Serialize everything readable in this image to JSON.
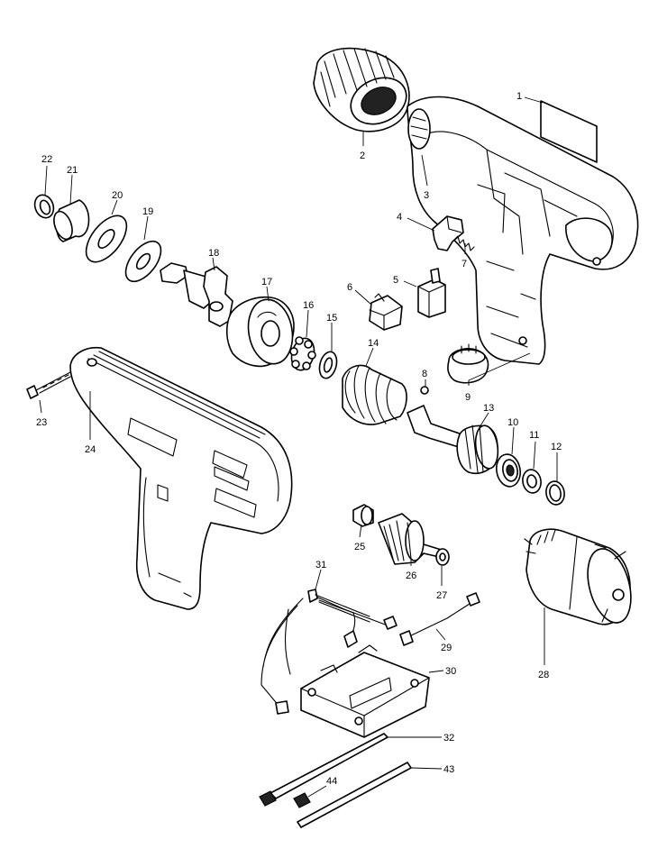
{
  "diagram": {
    "callouts": [
      {
        "id": "c1",
        "text": "1"
      },
      {
        "id": "c2",
        "text": "2"
      },
      {
        "id": "c3",
        "text": "3"
      },
      {
        "id": "c4",
        "text": "4"
      },
      {
        "id": "c5",
        "text": "5"
      },
      {
        "id": "c6",
        "text": "6"
      },
      {
        "id": "c7",
        "text": "7"
      },
      {
        "id": "c8",
        "text": "8"
      },
      {
        "id": "c9",
        "text": "9"
      },
      {
        "id": "c10",
        "text": "10"
      },
      {
        "id": "c11",
        "text": "11"
      },
      {
        "id": "c12",
        "text": "12"
      },
      {
        "id": "c13",
        "text": "13"
      },
      {
        "id": "c14",
        "text": "14"
      },
      {
        "id": "c15",
        "text": "15"
      },
      {
        "id": "c16",
        "text": "16"
      },
      {
        "id": "c17",
        "text": "17"
      },
      {
        "id": "c18",
        "text": "18"
      },
      {
        "id": "c19",
        "text": "19"
      },
      {
        "id": "c20",
        "text": "20"
      },
      {
        "id": "c21",
        "text": "21"
      },
      {
        "id": "c22",
        "text": "22"
      },
      {
        "id": "c23",
        "text": "23"
      },
      {
        "id": "c24",
        "text": "24"
      },
      {
        "id": "c25",
        "text": "25"
      },
      {
        "id": "c26",
        "text": "26"
      },
      {
        "id": "c27",
        "text": "27"
      },
      {
        "id": "c28",
        "text": "28"
      },
      {
        "id": "c29",
        "text": "29"
      },
      {
        "id": "c30",
        "text": "30"
      },
      {
        "id": "c31",
        "text": "31"
      },
      {
        "id": "c32",
        "text": "32"
      },
      {
        "id": "c43",
        "text": "43"
      },
      {
        "id": "c44",
        "text": "44"
      }
    ]
  }
}
